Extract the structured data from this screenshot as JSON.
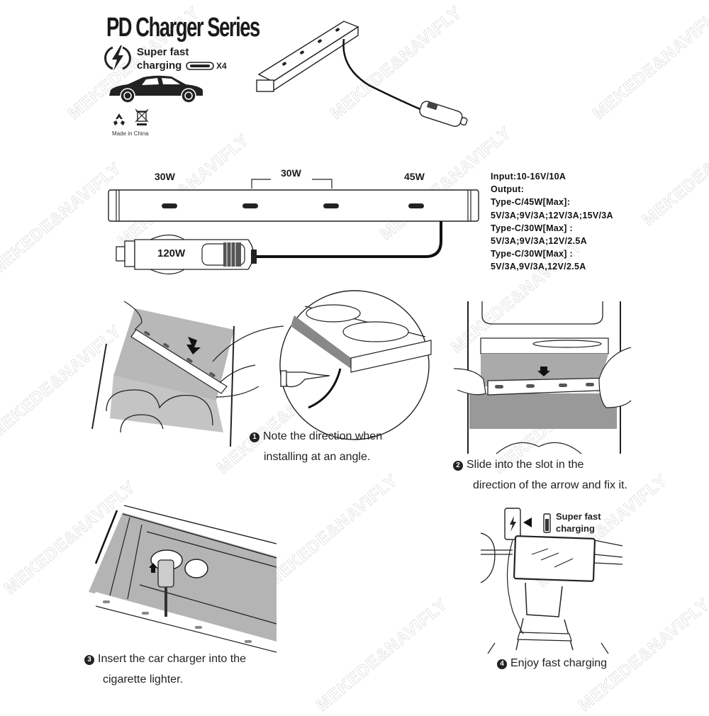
{
  "header": {
    "title": "PD Charger Series",
    "badge_line1": "Super fast",
    "badge_line2": "charging",
    "port_count": "X4",
    "origin": "Made in China"
  },
  "diagram": {
    "port_labels": [
      "30W",
      "30W",
      "45W"
    ],
    "plug_label": "120W"
  },
  "specs": {
    "lines": [
      "Input:10-16V/10A",
      "Output:",
      "Type-C/45W[Max]:",
      "5V/3A;9V/3A;12V/3A;15V/3A",
      "Type-C/30W[Max] :",
      "5V/3A;9V/3A;12V/2.5A",
      "Type-C/30W[Max] :",
      "5V/3A,9V/3A,12V/2.5A"
    ]
  },
  "steps": [
    {
      "number": "1",
      "line1": "Note the direction when",
      "line2": "installing at an angle."
    },
    {
      "number": "2",
      "line1": "Slide into the slot in the",
      "line2": "direction of the arrow and fix it."
    },
    {
      "number": "3",
      "line1": "Insert the car charger into the",
      "line2": "cigarette lighter."
    },
    {
      "number": "4",
      "line1": "Enjoy fast charging",
      "line2": ""
    }
  ],
  "step4_callout": {
    "line1": "Super fast",
    "line2": "charging"
  },
  "watermark": "MEKEDE&NAVIFLY",
  "colors": {
    "ink": "#111111",
    "panel_gray": "#a9a9a9",
    "light_gray": "#d8d8d8",
    "watermark": "#d4d4d4"
  }
}
